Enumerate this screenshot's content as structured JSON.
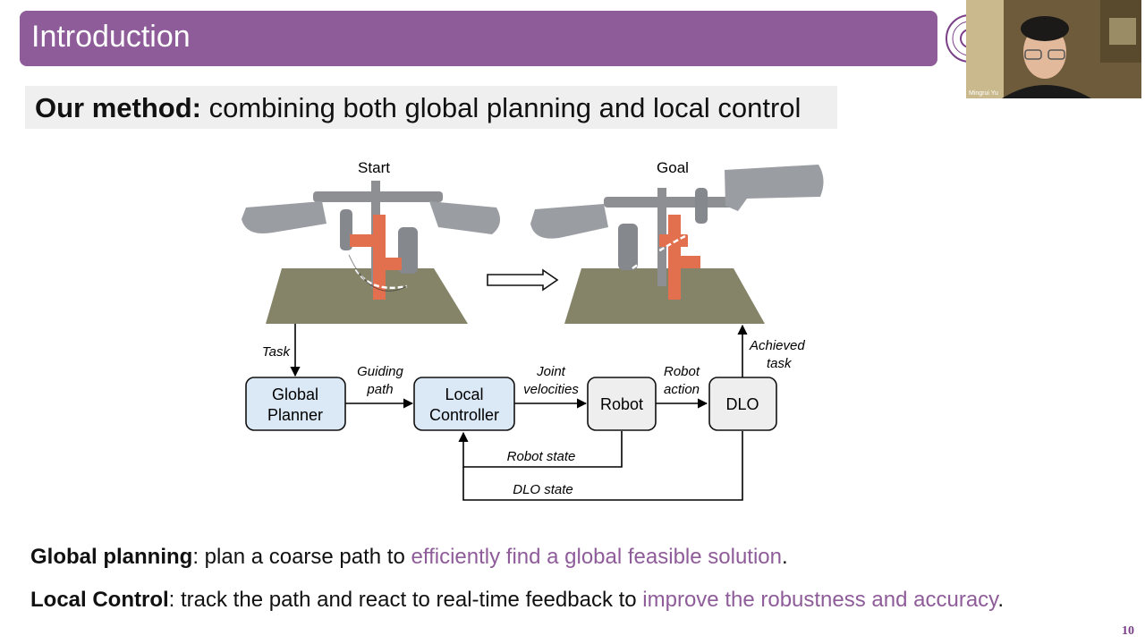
{
  "slide": {
    "title": "Introduction",
    "page_number": "10",
    "method": {
      "bold": "Our method:",
      "rest": " combining both global planning and local control"
    },
    "bullets": [
      {
        "term": "Global planning",
        "sep": ": plan a coarse path to ",
        "highlight": "efficiently find a global feasible solution",
        "end": "."
      },
      {
        "term": "Local Control",
        "sep": ": track the path and react to real-time feedback to ",
        "highlight": "improve the robustness and accuracy",
        "end": "."
      }
    ]
  },
  "webcam": {
    "name": "Mingrui Yu"
  },
  "diagram": {
    "start_label": "Start",
    "goal_label": "Goal",
    "blocks": {
      "global_planner": [
        "Global",
        "Planner"
      ],
      "local_controller": [
        "Local",
        "Controller"
      ],
      "robot": "Robot",
      "dlo": "DLO"
    },
    "edges": {
      "task": "Task",
      "guiding_path": [
        "Guiding",
        "path"
      ],
      "joint_velocities": [
        "Joint",
        "velocities"
      ],
      "robot_action": [
        "Robot",
        "action"
      ],
      "achieved_task": [
        "Achieved",
        "task"
      ],
      "robot_state": "Robot state",
      "dlo_state": "DLO state"
    }
  },
  "colors": {
    "accent": "#8f5c9a",
    "block_blue": "#dbe8f5",
    "block_gray": "#eeeeee",
    "table": "#858468",
    "fixture": "#e2704f"
  }
}
